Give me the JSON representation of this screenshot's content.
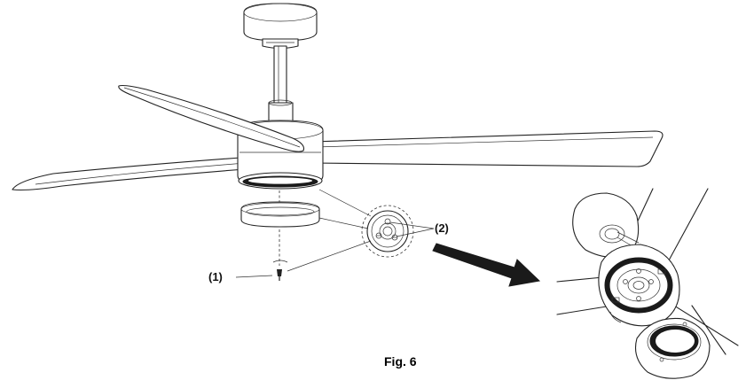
{
  "labels": {
    "callout_1": "(1)",
    "callout_2": "(2)",
    "figure_caption": "Fig. 6"
  },
  "colors": {
    "line": "#222222",
    "background": "#ffffff",
    "arrow_fill": "#1a1a1a"
  }
}
